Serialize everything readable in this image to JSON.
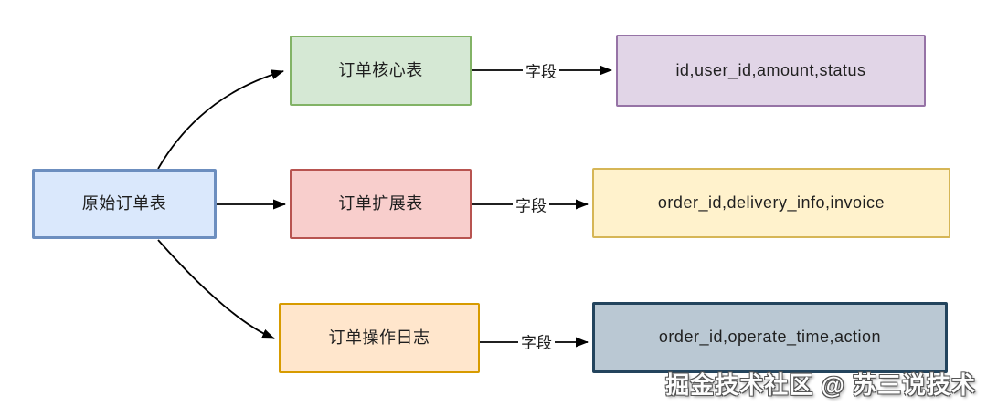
{
  "diagram": {
    "source_table": {
      "label": "原始订单表"
    },
    "rows": [
      {
        "table": "订单核心表",
        "edge_label": "字段",
        "fields": "id,user_id,amount,status"
      },
      {
        "table": "订单扩展表",
        "edge_label": "字段",
        "fields": "order_id,delivery_info,invoice"
      },
      {
        "table": "订单操作日志",
        "edge_label": "字段",
        "fields": "order_id,operate_time,action"
      }
    ],
    "colors": {
      "source": {
        "fill": "#dae8fc",
        "stroke": "#6c8ebf"
      },
      "core": {
        "fill": "#d5e8d4",
        "stroke": "#82b366"
      },
      "extension": {
        "fill": "#f8cecc",
        "stroke": "#b85450"
      },
      "log": {
        "fill": "#ffe6cc",
        "stroke": "#d79b00"
      },
      "core_fields": {
        "fill": "#e1d5e7",
        "stroke": "#9673a6"
      },
      "extension_fields": {
        "fill": "#fff2cc",
        "stroke": "#d6b656"
      },
      "log_fields": {
        "fill": "#bac8d3",
        "stroke": "#23445d"
      },
      "arrow": "#000000"
    },
    "watermark": "掘金技术社区 @ 苏三说技术"
  }
}
